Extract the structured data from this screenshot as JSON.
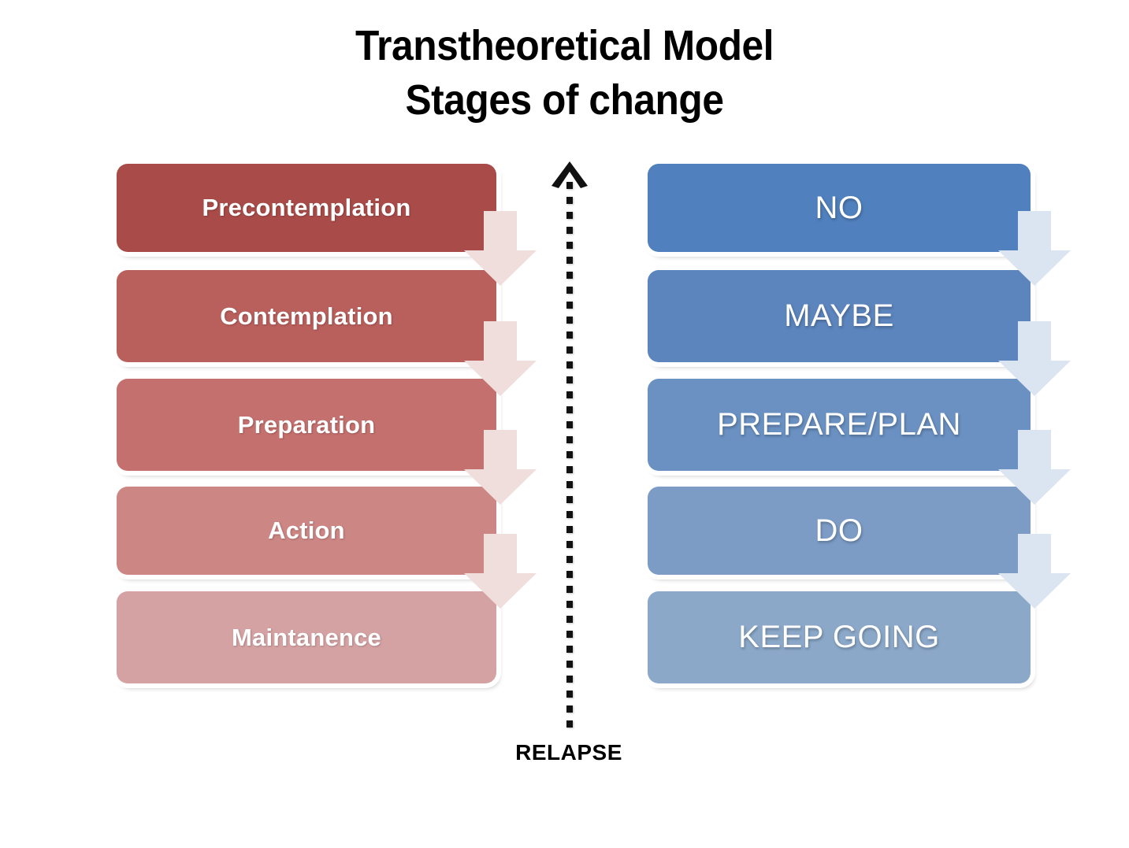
{
  "title": {
    "line1": "Transtheoretical Model",
    "line2": "Stages of change"
  },
  "colors": {
    "background": "#ffffff",
    "text_on_box": "#ffffff",
    "title_text": "#000000",
    "relapse_text": "#000000",
    "red_arrow": "#f0dedd",
    "blue_arrow": "#dbe5f1"
  },
  "left_column": {
    "name": "stages-of-change",
    "items": [
      {
        "label": "Precontemplation",
        "color": "#a94b48"
      },
      {
        "label": "Contemplation",
        "color": "#b95f5c"
      },
      {
        "label": "Preparation",
        "color": "#c4706e"
      },
      {
        "label": "Action",
        "color": "#cc8684"
      },
      {
        "label": "Maintanence",
        "color": "#d5a2a3"
      }
    ]
  },
  "right_column": {
    "name": "plain-language-stages",
    "items": [
      {
        "label": "NO",
        "color": "#5080bd"
      },
      {
        "label": "MAYBE",
        "color": "#5c85bd"
      },
      {
        "label": "PREPARE/PLAN",
        "color": "#6a91c2"
      },
      {
        "label": "DO",
        "color": "#7c9cc6"
      },
      {
        "label": "KEEP GOING",
        "color": "#8ba8c9"
      }
    ]
  },
  "relapse": {
    "label": "RELAPSE",
    "direction": "up",
    "line_style": "square-dotted"
  }
}
